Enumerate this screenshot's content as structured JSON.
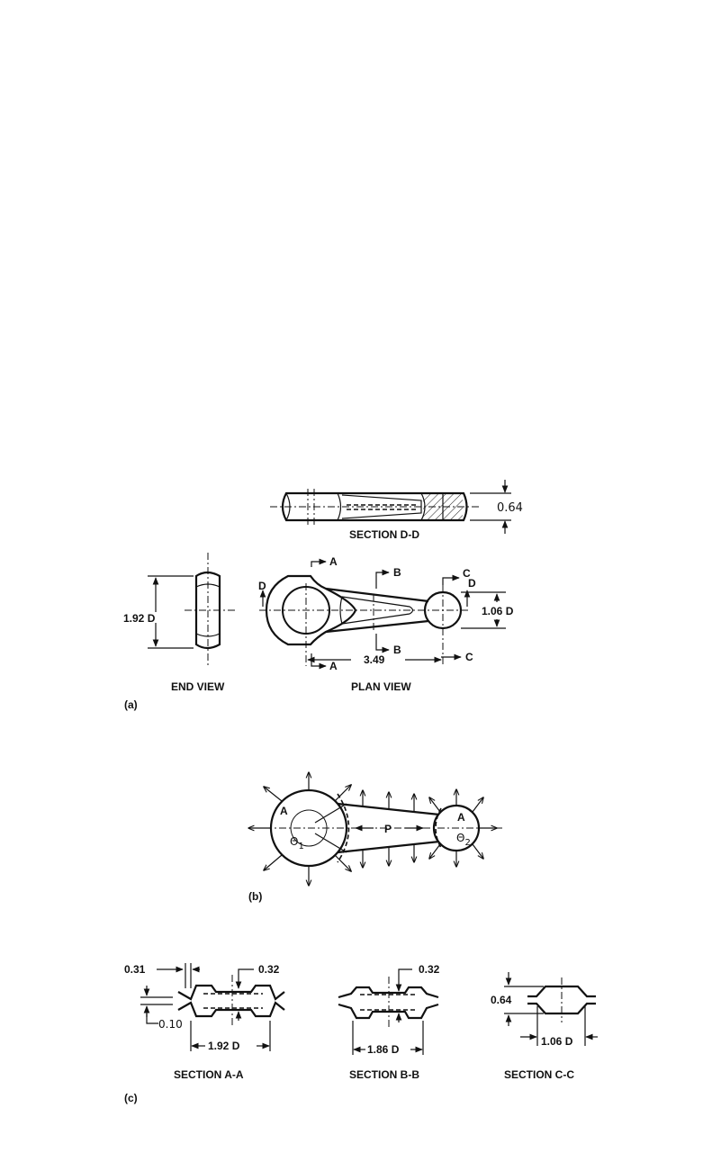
{
  "figure_a": {
    "part_label": "(a)",
    "section_dd": {
      "title": "SECTION D-D",
      "thickness": "0.64"
    },
    "end_view": {
      "title": "END VIEW",
      "diameter": "1.92 D"
    },
    "plan_view": {
      "title": "PLAN VIEW",
      "cut_a": "A",
      "cut_b": "B",
      "cut_c": "C",
      "cut_d": "D",
      "small_diameter": "1.06 D",
      "center_distance": "3.49"
    }
  },
  "figure_b": {
    "part_label": "(b)",
    "region_a": "A",
    "load_p": "P",
    "theta_1": "Θ",
    "theta_1_sub": "1",
    "theta_2": "Θ",
    "theta_2_sub": "2"
  },
  "figure_c": {
    "part_label": "(c)",
    "section_aa": {
      "title": "SECTION A-A",
      "dim_flange": "0.31",
      "dim_web": "0.32",
      "dim_thin": "0.10",
      "diameter": "1.92 D"
    },
    "section_bb": {
      "title": "SECTION B-B",
      "dim_web": "0.32",
      "diameter": "1.86 D"
    },
    "section_cc": {
      "title": "SECTION C-C",
      "thickness": "0.64",
      "diameter": "1.06 D"
    }
  }
}
